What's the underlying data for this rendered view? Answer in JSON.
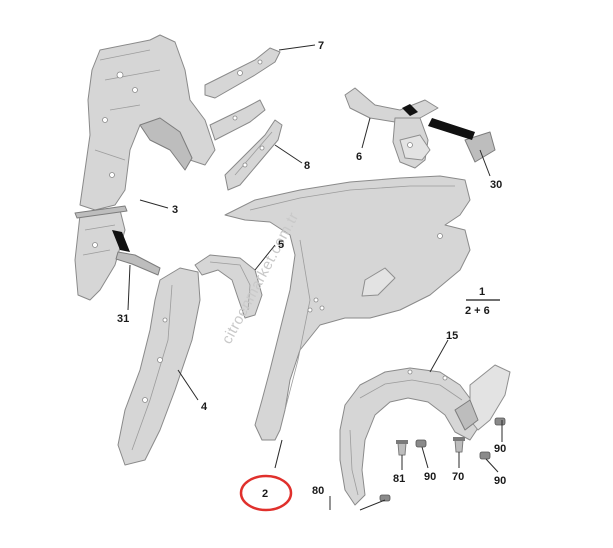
{
  "labels": {
    "p7": "7",
    "p6": "6",
    "p8": "8",
    "p3": "3",
    "p30": "30",
    "p5": "5",
    "p31": "31",
    "p4": "4",
    "p15": "15",
    "p90a": "90",
    "p81": "81",
    "p90b": "90",
    "p70": "70",
    "p90c": "90",
    "p2": "2",
    "p80": "80"
  },
  "fraction": {
    "numerator": "1",
    "denominator": "2 + 6"
  },
  "watermark": "citroenmarket.com.tr",
  "colors": {
    "highlight_circle": "#e0302c",
    "part_fill": "#d6d6d6",
    "line": "#2a2a2a"
  }
}
